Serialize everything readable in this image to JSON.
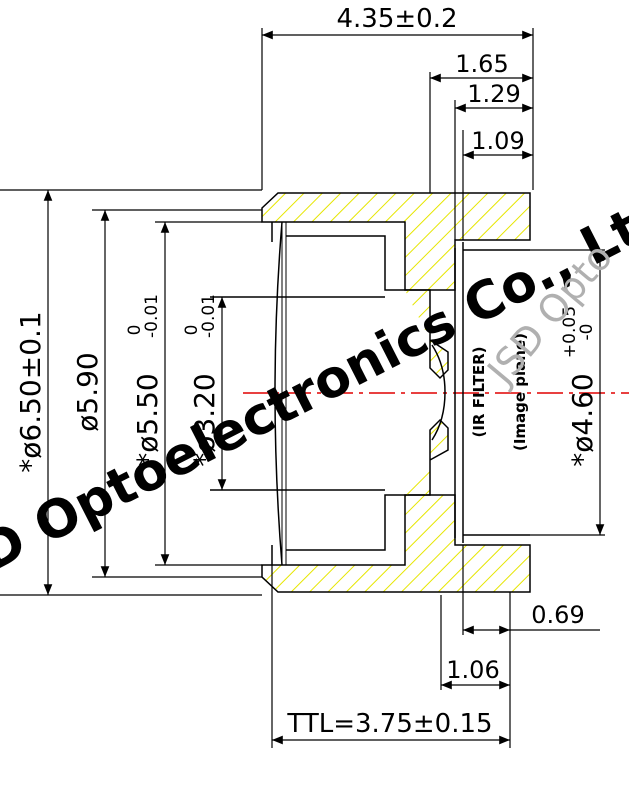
{
  "dimensions": {
    "top_overall": "4.35±0.2",
    "top_165": "1.65",
    "top_129": "1.29",
    "top_109": "1.09",
    "dia_650": "*ø6.50±0.1",
    "dia_590": "ø5.90",
    "dia_550_main": "*ø5.50",
    "dia_550_upper": "0",
    "dia_550_lower": "-0.01",
    "dia_320_main": "*ø3.20",
    "dia_320_upper": "0",
    "dia_320_lower": "-0.01",
    "dia_460_main": "*ø4.60",
    "dia_460_upper": "+0.05",
    "dia_460_lower": "-0",
    "bottom_069": "0.69",
    "bottom_106": "1.06",
    "ttl": "TTL=3.75±0.15"
  },
  "labels": {
    "ir_filter": "(IR FILTER)",
    "image_plane": "(Image plane)"
  },
  "watermark": {
    "main": "JSD Optoelectronics Co., Ltd.",
    "faint": "JSD Opto"
  },
  "colors": {
    "line": "#000000",
    "hatch": "#e6e600",
    "axis": "#e00000",
    "faint": "#b0b0b0"
  }
}
